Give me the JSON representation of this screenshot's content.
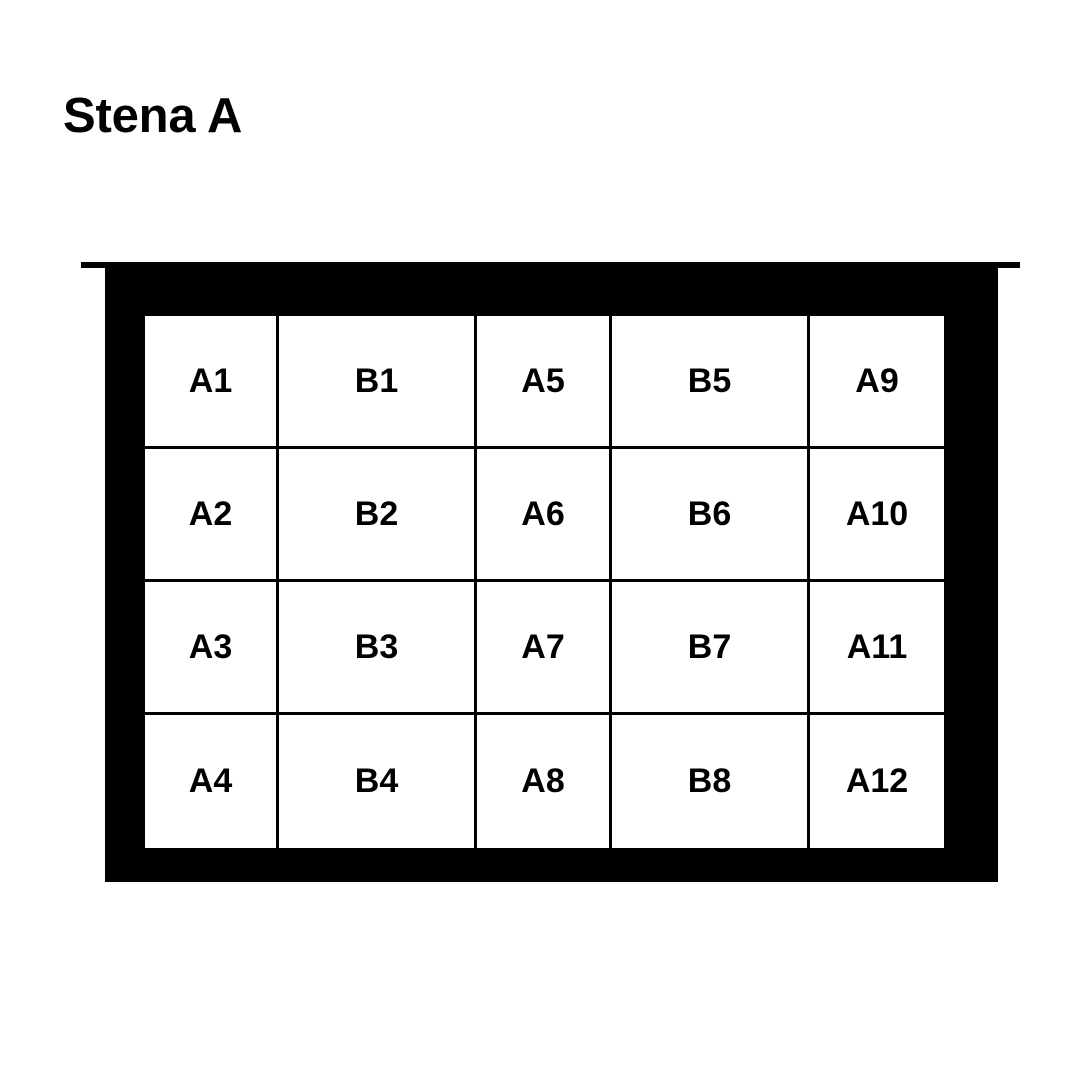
{
  "page": {
    "title": "Stena A",
    "background_color": "#ffffff",
    "foreground_color": "#000000"
  },
  "diagram": {
    "name": "wall-panel-layout",
    "frame": {
      "color": "#000000",
      "label": "wall-frame"
    },
    "top_rail": {
      "color": "#000000",
      "label": "top-rail"
    },
    "grid": {
      "columns": 5,
      "rows": 4,
      "cell_background": "#ffffff",
      "line_color": "#000000",
      "rows_data": [
        [
          "A1",
          "B1",
          "A5",
          "B5",
          "A9"
        ],
        [
          "A2",
          "B2",
          "A6",
          "B6",
          "A10"
        ],
        [
          "A3",
          "B3",
          "A7",
          "B7",
          "A11"
        ],
        [
          "A4",
          "B4",
          "A8",
          "B8",
          "A12"
        ]
      ]
    }
  }
}
